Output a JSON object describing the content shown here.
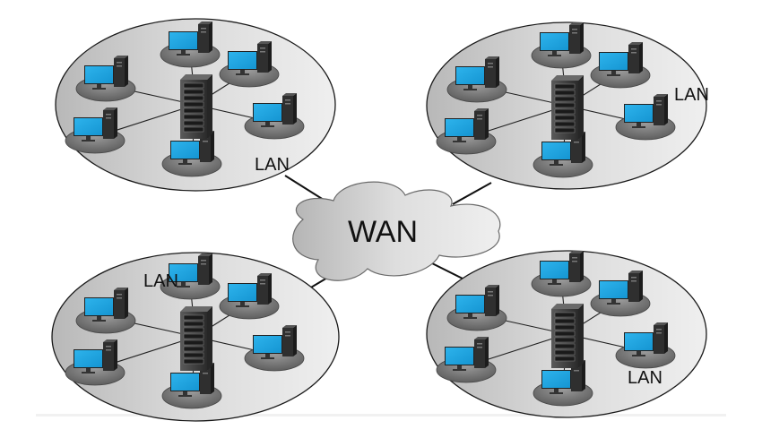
{
  "title": "LAN and WAN network diagram",
  "wan": {
    "label": "WAN"
  },
  "lans": [
    {
      "id": "top-left",
      "label": "LAN",
      "workstations": 6,
      "servers": 1
    },
    {
      "id": "top-right",
      "label": "LAN",
      "workstations": 6,
      "servers": 1
    },
    {
      "id": "bottom-left",
      "label": "LAN",
      "workstations": 6,
      "servers": 1
    },
    {
      "id": "bottom-right",
      "label": "LAN",
      "workstations": 6,
      "servers": 1
    }
  ],
  "colors": {
    "screen": "#1ea3e0",
    "ellipse_light": "#ececec",
    "ellipse_dark": "#b9b9b9",
    "disc": "#6e6e6e",
    "tower": "#2f2f2f",
    "line": "#111111"
  }
}
